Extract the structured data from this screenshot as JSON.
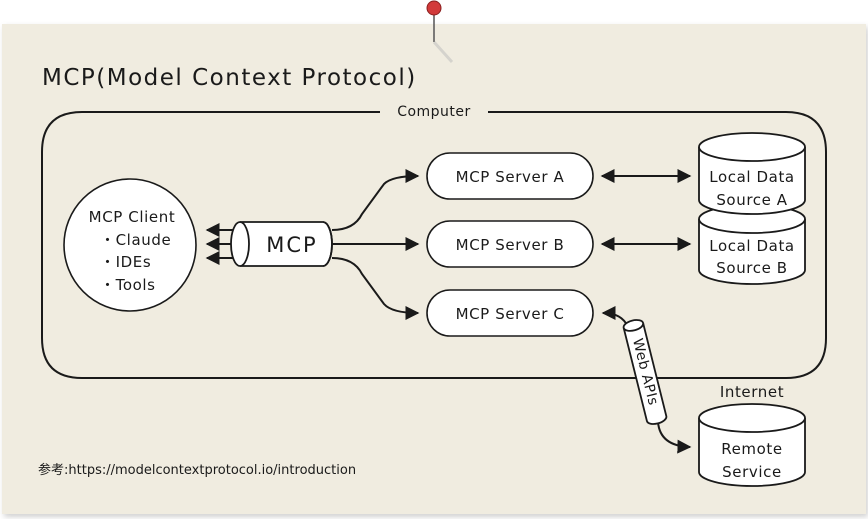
{
  "title": "MCP(Model Context Protocol)",
  "computer_label": "Computer",
  "internet_label": "Internet",
  "client": {
    "title": "MCP Client",
    "items": [
      "・Claude",
      "・IDEs",
      "・Tools"
    ]
  },
  "pipe_label": "MCP",
  "servers": [
    "MCP Server A",
    "MCP Server B",
    "MCP Server C"
  ],
  "local_sources": [
    {
      "line1": "Local Data",
      "line2": "Source A"
    },
    {
      "line1": "Local Data",
      "line2": "Source B"
    }
  ],
  "web_apis_label": "Web APIs",
  "remote": {
    "line1": "Remote",
    "line2": "Service"
  },
  "reference": "参考:https://modelcontextprotocol.io/introduction",
  "colors": {
    "paper": "#f0ece0",
    "pin": "#d23a3a",
    "stroke": "#1a1a1a",
    "node_fill": "#ffffff"
  }
}
